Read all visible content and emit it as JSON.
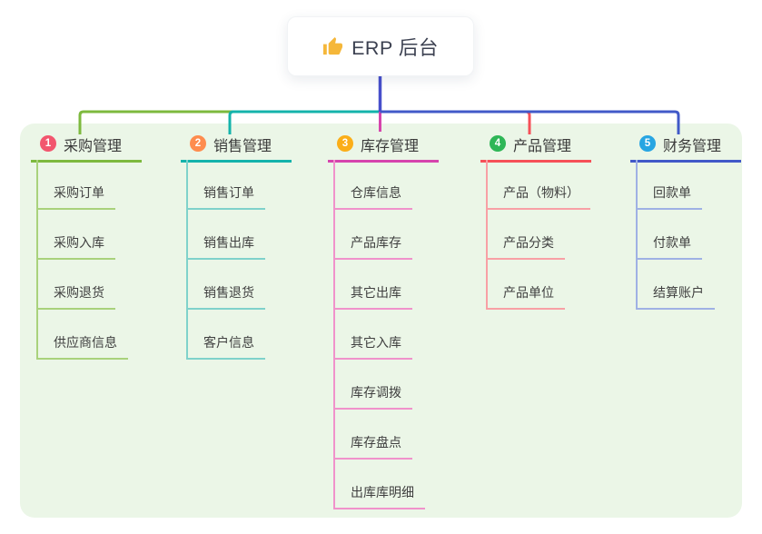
{
  "root": {
    "label": "ERP 后台",
    "icon": "thumbs-up",
    "icon_color": "#f5b73a"
  },
  "panel": {
    "background": "#ebf6e7"
  },
  "connector": {
    "root_color": "#474fcb"
  },
  "branches": [
    {
      "badge": "1",
      "badge_color": "#f2566e",
      "color": "#7db93e",
      "light_color": "#a9d27c",
      "label": "采购管理",
      "children": [
        "采购订单",
        "采购入库",
        "采购退货",
        "供应商信息"
      ]
    },
    {
      "badge": "2",
      "badge_color": "#fe8c4e",
      "color": "#14b3ab",
      "light_color": "#7fd2cb",
      "label": "销售管理",
      "children": [
        "销售订单",
        "销售出库",
        "销售退货",
        "客户信息"
      ]
    },
    {
      "badge": "3",
      "badge_color": "#fbae18",
      "color": "#d644ad",
      "light_color": "#f092cb",
      "label": "库存管理",
      "children": [
        "仓库信息",
        "产品库存",
        "其它出库",
        "其它入库",
        "库存调拨",
        "库存盘点",
        "出库库明细"
      ]
    },
    {
      "badge": "4",
      "badge_color": "#2eb656",
      "color": "#f65058",
      "light_color": "#f8a0a5",
      "label": "产品管理",
      "children": [
        "产品（物料）",
        "产品分类",
        "产品单位"
      ]
    },
    {
      "badge": "5",
      "badge_color": "#27a5e2",
      "color": "#4159c8",
      "light_color": "#9fb1e4",
      "label": "财务管理",
      "children": [
        "回款单",
        "付款单",
        "结算账户"
      ]
    }
  ]
}
